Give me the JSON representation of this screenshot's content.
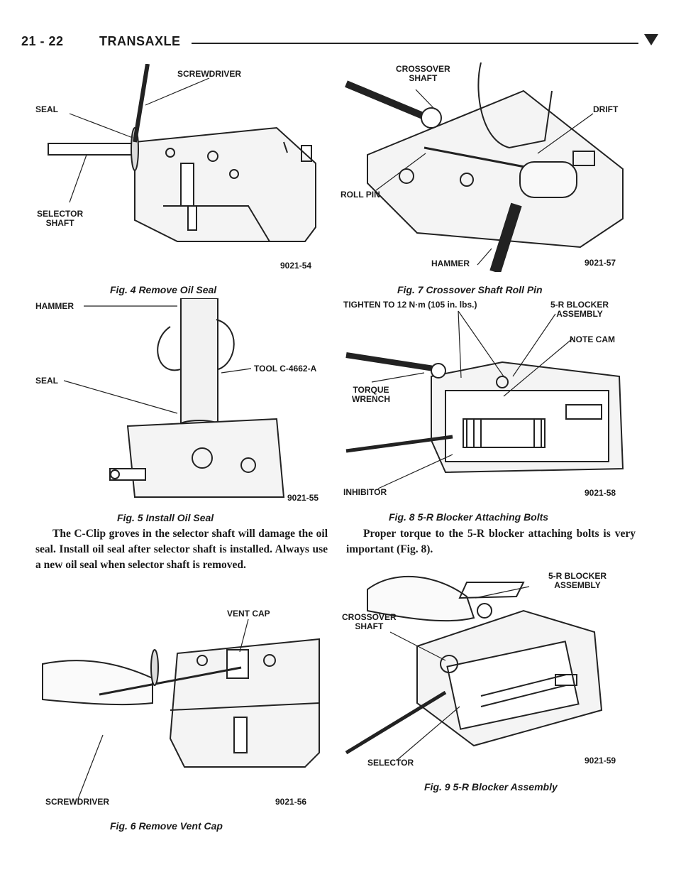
{
  "header": {
    "page_number": "21 - 22",
    "section": "TRANSAXLE"
  },
  "figures": {
    "fig4": {
      "caption": "Fig. 4 Remove Oil Seal",
      "code": "9021-54",
      "labels": {
        "screwdriver": "SCREWDRIVER",
        "seal": "SEAL",
        "selector_shaft": "SELECTOR\nSHAFT"
      }
    },
    "fig5": {
      "caption": "Fig. 5 Install Oil Seal",
      "code": "9021-55",
      "labels": {
        "hammer": "HAMMER",
        "tool": "TOOL C-4662-A",
        "seal": "SEAL"
      }
    },
    "fig6": {
      "caption": "Fig. 6 Remove Vent Cap",
      "code": "9021-56",
      "labels": {
        "vent_cap": "VENT CAP",
        "screwdriver": "SCREWDRIVER"
      }
    },
    "fig7": {
      "caption": "Fig. 7 Crossover Shaft Roll Pin",
      "code": "9021-57",
      "labels": {
        "crossover_shaft": "CROSSOVER\nSHAFT",
        "drift": "DRIFT",
        "roll_pin": "ROLL PIN",
        "hammer": "HAMMER"
      }
    },
    "fig8": {
      "caption": "Fig. 8 5-R Blocker Attaching Bolts",
      "code": "9021-58",
      "labels": {
        "tighten": "TIGHTEN TO 12 N·m (105 in. lbs.)",
        "blocker": "5-R BLOCKER\nASSEMBLY",
        "note_cam": "NOTE CAM",
        "torque_wrench": "TORQUE\nWRENCH",
        "inhibitor": "INHIBITOR"
      }
    },
    "fig9": {
      "caption": "Fig. 9 5-R Blocker Assembly",
      "code": "9021-59",
      "labels": {
        "blocker": "5-R BLOCKER\nASSEMBLY",
        "crossover_shaft": "CROSSOVER\nSHAFT",
        "selector": "SELECTOR"
      }
    }
  },
  "paragraphs": {
    "left": "The C-Clip groves in the selector shaft will damage the oil seal. Install oil seal after selector shaft is installed. Always use a new oil seal when selector shaft is removed.",
    "right": "Proper torque to the 5-R blocker attaching bolts is very important (Fig. 8)."
  }
}
